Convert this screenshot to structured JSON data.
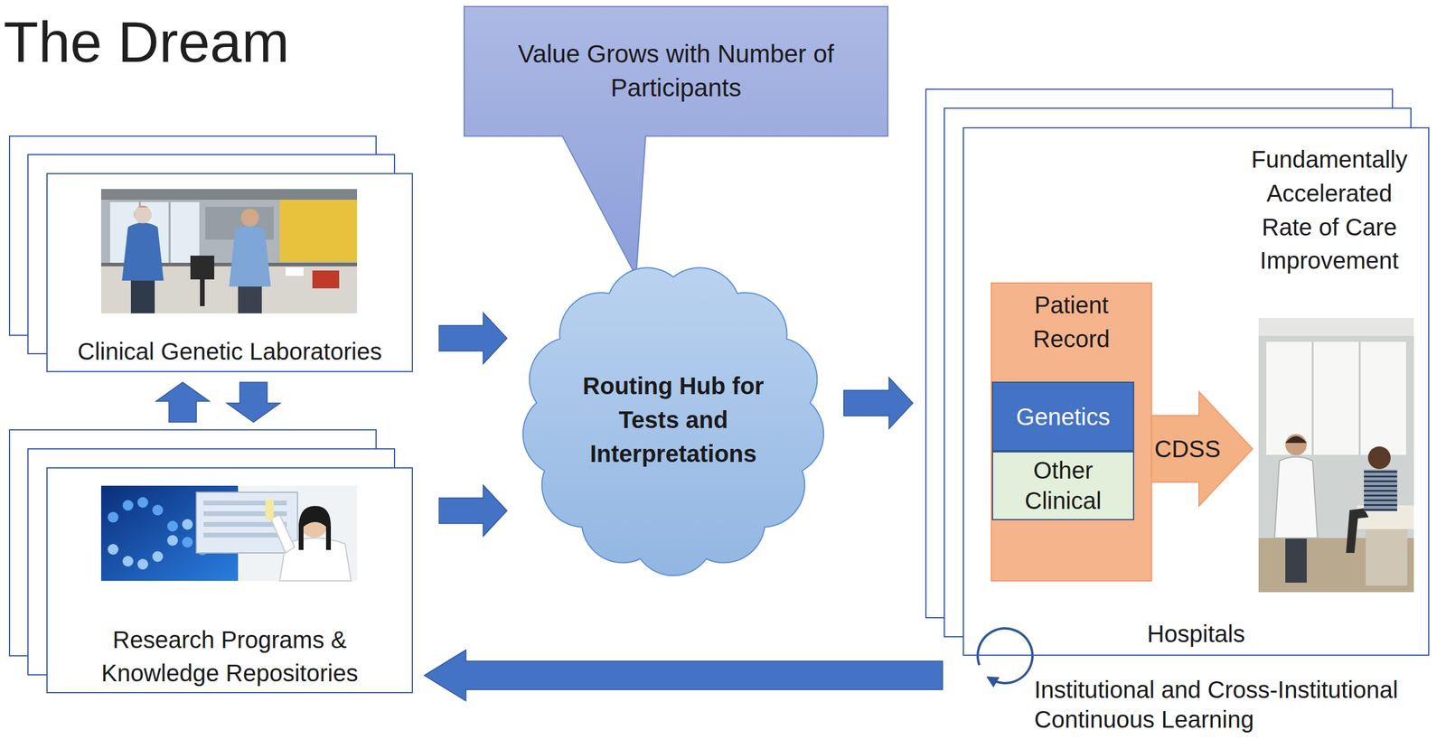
{
  "diagram": {
    "title": "The Dream",
    "nodes": [
      {
        "text": [
          "Clinical Genetic Laboratories"
        ]
      },
      {
        "text": [
          "Research Programs & Knowledge Repositories"
        ]
      },
      {
        "text": [
          "Value Grows with Number of Participants"
        ]
      },
      {
        "text": [
          "Routing Hub for Tests and Interpretations"
        ]
      },
      {
        "text": [
          "Fundamentally Accelerated Rate of Care Improvement",
          "Hospitals"
        ]
      },
      {
        "text": [
          "Patient Record"
        ],
        "in": 4
      },
      {
        "text": [
          "Genetics"
        ],
        "in": 5
      },
      {
        "text": [
          "Other Clinical"
        ],
        "in": 5
      }
    ],
    "edges": [
      {
        "from": 0,
        "to": 3,
        "arrow": "to"
      },
      {
        "from": 1,
        "to": 3,
        "arrow": "to"
      },
      {
        "from": 1,
        "to": 0,
        "arrow": "to"
      },
      {
        "from": 0,
        "to": 1,
        "arrow": "to"
      },
      {
        "from": 3,
        "to": 4,
        "arrow": "to"
      },
      {
        "from": 4,
        "to": 1,
        "arrow": "to"
      }
    ],
    "labels": [
      "CDSS",
      "Institutional and Cross-Institutional Continuous Learning"
    ]
  }
}
